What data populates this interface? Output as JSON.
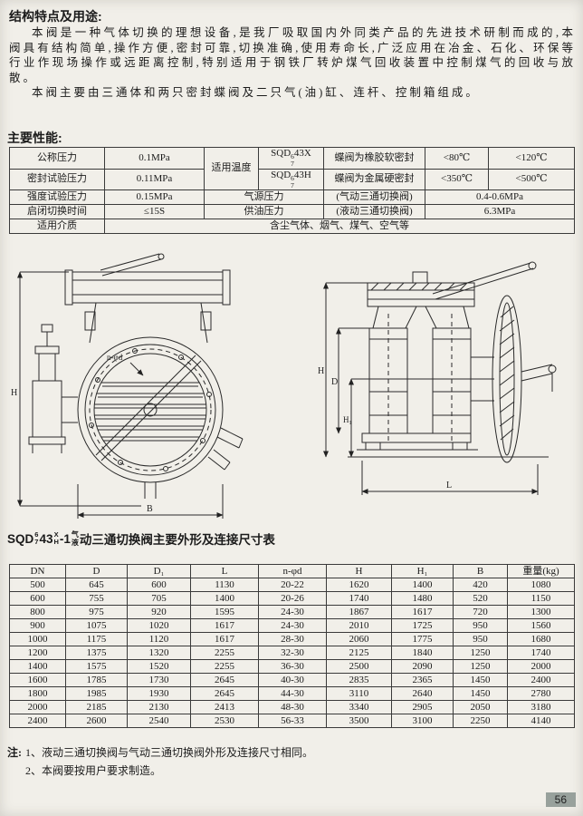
{
  "page": {
    "number": "56",
    "bg_color": "#f1efe9",
    "pageno_bg": "#98a19c"
  },
  "sections": {
    "features_heading": "结构特点及用途:",
    "para1": "本阀是一种气体切换的理想设备,是我厂吸取国内外同类产品的先进技术研制而成的,本阀具有结构简单,操作方便,密封可靠,切换准确,使用寿命长,广泛应用在冶金、石化、环保等行业作现场操作或远距离控制,特别适用于钢铁厂转炉煤气回收装置中控制煤气的回收与放散。",
    "para2": "本阀主要由三通体和两只密封蝶阀及二只气(油)缸、连杆、控制箱组成。",
    "performance_heading": "主要性能:"
  },
  "performance": {
    "nominal_pressure_label": "公称压力",
    "nominal_pressure_value": "0.1MPa",
    "seal_test_label": "密封试验压力",
    "seal_test_value": "0.11MPa",
    "strength_label": "强度试验压力",
    "strength_value": "0.15MPa",
    "switch_time_label": "启闭切换时间",
    "switch_time_value": "≤15S",
    "medium_label": "适用介质",
    "medium_value": "含尘气体、烟气、煤气、空气等",
    "temp_label": "适用温度",
    "model_prefix": "SQD",
    "model_top": "6",
    "model_bottom": "7",
    "model_x_tail": "43X",
    "model_h_tail": "43H",
    "soft_seal_text": "蝶阀为橡胶软密封",
    "soft_t1": "<80℃",
    "soft_t2": "<120℃",
    "hard_seal_text": "蝶阀为金属硬密封",
    "hard_t1": "<350℃",
    "hard_t2": "<500℃",
    "air_label": "气源压力",
    "air_note": "(气动三通切换阀)",
    "air_value": "0.4-0.6MPa",
    "oil_label": "供油压力",
    "oil_note": "(液动三通切换阀)",
    "oil_value": "6.3MPa"
  },
  "drawings": {
    "left": {
      "dim_h": "H",
      "dim_b": "B",
      "bolt_label": "n-φd"
    },
    "right": {
      "dim_h": "H",
      "dim_d": "D",
      "dim_h1": "H₁",
      "dim_l": "L"
    }
  },
  "dim_table": {
    "title": {
      "model_prefix": "SQD",
      "model_top": "6",
      "model_bottom": "7",
      "model_mid": "43",
      "variant_top": "X",
      "variant_bottom": "H",
      "model_tail": "-1",
      "drive_top": "气",
      "drive_bottom": "液",
      "suffix": "动三通切换阀主要外形及连接尺寸表"
    },
    "headers": [
      "DN",
      "D",
      "D₁",
      "L",
      "n-φd",
      "H",
      "H₁",
      "B",
      "重量(kg)"
    ],
    "rows": [
      [
        "500",
        "645",
        "600",
        "1130",
        "20-22",
        "1620",
        "1400",
        "420",
        "1080"
      ],
      [
        "600",
        "755",
        "705",
        "1400",
        "20-26",
        "1740",
        "1480",
        "520",
        "1150"
      ],
      [
        "800",
        "975",
        "920",
        "1595",
        "24-30",
        "1867",
        "1617",
        "720",
        "1300"
      ],
      [
        "900",
        "1075",
        "1020",
        "1617",
        "24-30",
        "2010",
        "1725",
        "950",
        "1560"
      ],
      [
        "1000",
        "1175",
        "1120",
        "1617",
        "28-30",
        "2060",
        "1775",
        "950",
        "1680"
      ],
      [
        "1200",
        "1375",
        "1320",
        "2255",
        "32-30",
        "2125",
        "1840",
        "1250",
        "1740"
      ],
      [
        "1400",
        "1575",
        "1520",
        "2255",
        "36-30",
        "2500",
        "2090",
        "1250",
        "2000"
      ],
      [
        "1600",
        "1785",
        "1730",
        "2645",
        "40-30",
        "2835",
        "2365",
        "1450",
        "2400"
      ],
      [
        "1800",
        "1985",
        "1930",
        "2645",
        "44-30",
        "3110",
        "2640",
        "1450",
        "2780"
      ],
      [
        "2000",
        "2185",
        "2130",
        "2413",
        "48-30",
        "3340",
        "2905",
        "2050",
        "3180"
      ],
      [
        "2400",
        "2600",
        "2540",
        "2530",
        "56-33",
        "3500",
        "3100",
        "2250",
        "4140"
      ]
    ]
  },
  "notes": {
    "label": "注:",
    "items": [
      "1、液动三通切换阀与气动三通切换阀外形及连接尺寸相同。",
      "2、本阀要按用户要求制造。"
    ]
  }
}
